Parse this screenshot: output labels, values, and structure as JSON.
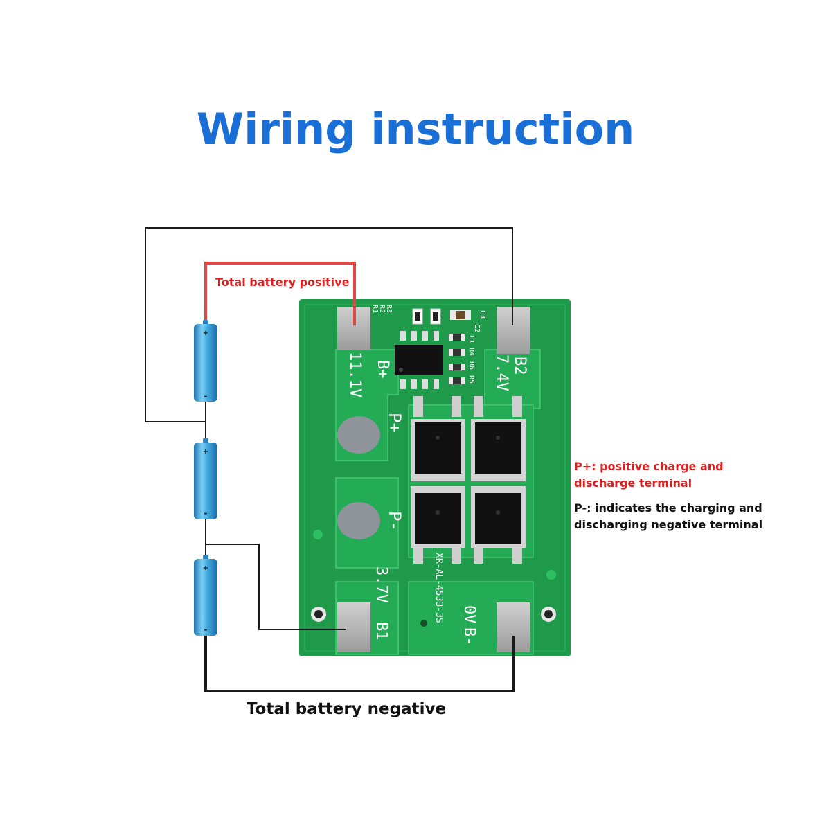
{
  "title": "Wiring instruction",
  "labels": {
    "total_positive": "Total battery positive",
    "total_negative": "Total battery negative"
  },
  "notes": {
    "p_plus": [
      "P+: positive charge and",
      "discharge terminal"
    ],
    "p_minus": [
      "P-: indicates the charging and",
      "discharging negative terminal"
    ]
  },
  "board": {
    "pads": {
      "b_plus": "B+",
      "v_11": "11.1V",
      "b2": "B2",
      "v_74": "7.4V",
      "b1": "B1",
      "v_37": "3.7V",
      "b_minus": "B-",
      "v_0": "0V",
      "p_plus": "P+",
      "p_minus": "P-"
    },
    "part_number": "XR-AL-4533-3S",
    "silkscreen": [
      "R1",
      "R2",
      "R3",
      "R4",
      "R5",
      "R6",
      "C1",
      "C2",
      "C3"
    ]
  },
  "battery_terminals": {
    "plus": "+",
    "minus": "-"
  },
  "colors": {
    "title": "#1a6fd6",
    "positive_wire": "#e04848",
    "wire": "#1a1a1a",
    "pcb": "#1f9a4a",
    "battery": "#3aa0d8",
    "pad": "#b5b5b5"
  }
}
